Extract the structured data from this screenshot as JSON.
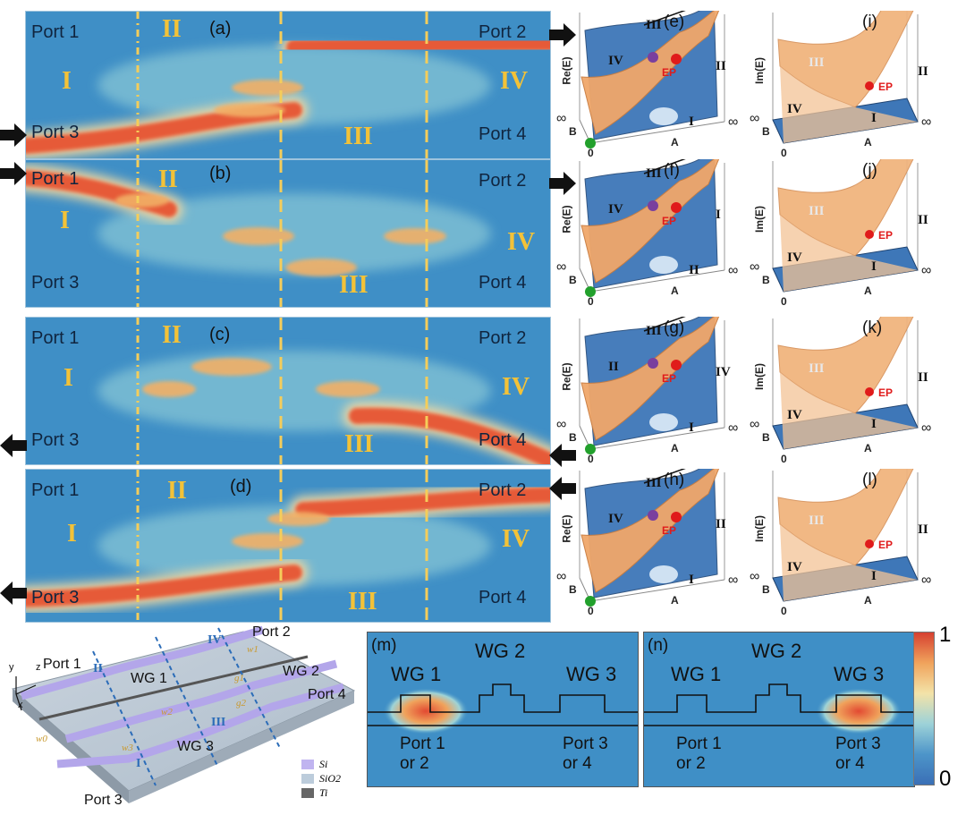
{
  "figure": {
    "panels_left": [
      {
        "label": "(a)",
        "ports": [
          "Port 1",
          "Port 2",
          "Port 3",
          "Port 4"
        ],
        "regions": [
          "I",
          "II",
          "III",
          "IV"
        ]
      },
      {
        "label": "(b)",
        "ports": [
          "Port 1",
          "Port 2",
          "Port 3",
          "Port 4"
        ],
        "regions": [
          "I",
          "II",
          "III",
          "IV"
        ]
      },
      {
        "label": "(c)",
        "ports": [
          "Port 1",
          "Port 2",
          "Port 3",
          "Port 4"
        ],
        "regions": [
          "I",
          "II",
          "III",
          "IV"
        ]
      },
      {
        "label": "(d)",
        "ports": [
          "Port 1",
          "Port 2",
          "Port 3",
          "Port 4"
        ],
        "regions": [
          "I",
          "II",
          "III",
          "IV"
        ]
      }
    ],
    "panels_re": [
      {
        "label": "(e)",
        "axis_z": "Re(E)",
        "axis_b": "B",
        "axis_a": "A",
        "inf": "∞",
        "zero": "0",
        "ep": "EP",
        "romans": [
          "III",
          "IV",
          "II",
          "I"
        ]
      },
      {
        "label": "(f)",
        "axis_z": "Re(E)",
        "axis_b": "B",
        "axis_a": "A",
        "inf": "∞",
        "zero": "0",
        "ep": "EP",
        "romans": [
          "III",
          "IV",
          "I",
          "II"
        ]
      },
      {
        "label": "(g)",
        "axis_z": "Re(E)",
        "axis_b": "B",
        "axis_a": "A",
        "inf": "∞",
        "zero": "0",
        "ep": "EP",
        "romans": [
          "III",
          "II",
          "IV",
          "I"
        ]
      },
      {
        "label": "(h)",
        "axis_z": "Re(E)",
        "axis_b": "B",
        "axis_a": "A",
        "inf": "∞",
        "zero": "0",
        "ep": "EP",
        "romans": [
          "III",
          "IV",
          "II",
          "I"
        ]
      }
    ],
    "panels_im": [
      {
        "label": "(i)",
        "axis_z": "Im(E)",
        "axis_b": "B",
        "axis_a": "A",
        "inf": "∞",
        "zero": "0",
        "ep": "EP",
        "romans": [
          "III",
          "II",
          "IV",
          "I"
        ]
      },
      {
        "label": "(j)",
        "axis_z": "Im(E)",
        "axis_b": "B",
        "axis_a": "A",
        "inf": "∞",
        "zero": "0",
        "ep": "EP",
        "romans": [
          "III",
          "II",
          "IV",
          "I"
        ]
      },
      {
        "label": "(k)",
        "axis_z": "Im(E)",
        "axis_b": "B",
        "axis_a": "A",
        "inf": "∞",
        "zero": "0",
        "ep": "EP",
        "romans": [
          "III",
          "II",
          "IV",
          "I"
        ]
      },
      {
        "label": "(l)",
        "axis_z": "Im(E)",
        "axis_b": "B",
        "axis_a": "A",
        "inf": "∞",
        "zero": "0",
        "ep": "EP",
        "romans": [
          "III",
          "II",
          "IV",
          "I"
        ]
      }
    ],
    "device": {
      "ports": [
        "Port 1",
        "Port 2",
        "Port 3",
        "Port 4"
      ],
      "waveguides": [
        "WG 1",
        "WG 2",
        "WG 3"
      ],
      "regions": [
        "I",
        "II",
        "III",
        "IV"
      ],
      "axes": [
        "y",
        "z",
        "x"
      ],
      "params": [
        "w1",
        "w2",
        "w3",
        "w0",
        "g1",
        "g2"
      ],
      "legend": [
        "Si",
        "SiO2",
        "Ti"
      ]
    },
    "mode_panels": [
      {
        "label": "(m)",
        "wg": [
          "WG 1",
          "WG 2",
          "WG 3"
        ],
        "port_left": "Port 1\nor 2",
        "port_right": "Port 3\nor 4",
        "active": 1
      },
      {
        "label": "(n)",
        "wg": [
          "WG 1",
          "WG 2",
          "WG 3"
        ],
        "port_left": "Port 1\nor 2",
        "port_right": "Port 3\nor 4",
        "active": 3
      }
    ],
    "colorbar": {
      "max": "1",
      "min": "0"
    },
    "colors": {
      "field_bg": "#3f8fc6",
      "hot": "#e8563a",
      "warm": "#f3a85a",
      "roman": "#f3c238",
      "surface_blue": "#3e77b8",
      "surface_orange": "#f0a76a",
      "ep_red": "#e01b1b"
    }
  }
}
